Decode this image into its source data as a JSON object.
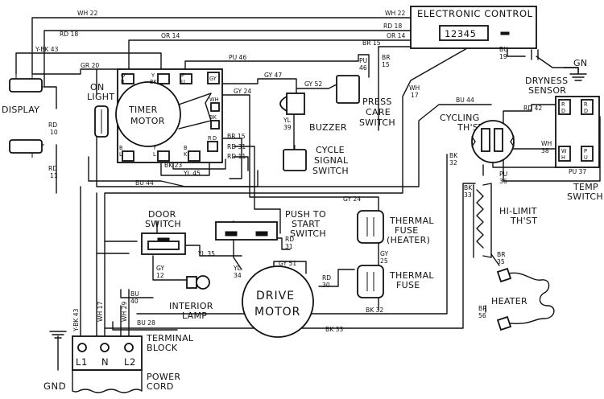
{
  "components": {
    "electronic_control": "ELECTRONIC CONTROL",
    "control_pins": "12345",
    "display": "DISPLAY",
    "on_light": [
      "ON",
      "LIGHT"
    ],
    "timer_motor": [
      "TIMER",
      "MOTOR"
    ],
    "buzzer": "BUZZER",
    "press_care_switch": [
      "PRESS",
      "CARE",
      "SWITCH"
    ],
    "cycle_signal_switch": [
      "CYCLE",
      "SIGNAL",
      "SWITCH"
    ],
    "dryness_sensor": [
      "DRYNESS",
      "SENSOR"
    ],
    "gn": "GN",
    "cycling_thst": [
      "CYCLING",
      "TH'ST"
    ],
    "temp_switch": [
      "TEMP",
      "SWITCH"
    ],
    "hi_limit_thst": [
      "HI-LIMIT",
      "TH'ST"
    ],
    "heater": "HEATER",
    "door_switch": [
      "DOOR",
      "SWITCH"
    ],
    "push_to_start_switch": [
      "PUSH TO",
      "START",
      "SWITCH"
    ],
    "thermal_fuse_heater": [
      "THERMAL",
      "FUSE",
      "(HEATER)"
    ],
    "thermal_fuse": [
      "THERMAL",
      "FUSE"
    ],
    "drive_motor": [
      "DRIVE",
      "MOTOR"
    ],
    "interior_lamp": [
      "INTERIOR",
      "LAMP"
    ],
    "terminal_block": [
      "TERMINAL",
      "BLOCK"
    ],
    "power_cord": [
      "POWER",
      "CORD"
    ],
    "gnd": "GND",
    "supply_terminals": [
      "L1",
      "N",
      "L2"
    ]
  },
  "wire_labels": {
    "wh22_left": "WH 22",
    "wh22_right": "WH 22",
    "rd18_left": "RD 18",
    "rd18_right": "RD 18",
    "or14_left": "OR 14",
    "or14_right": "OR 14",
    "br15_top": "BR 15",
    "ybk43_top": "Y-BK 43",
    "gr20": "GR 20",
    "pu46": "PU 46",
    "gy47": "GY 47",
    "gy52": "GY 52",
    "gy24_top": "GY 24",
    "yl39": [
      "YL",
      "39"
    ],
    "pu46_right": [
      "PU",
      "46"
    ],
    "br15_right": [
      "BR",
      "15"
    ],
    "wh17_top": [
      "WH",
      "17"
    ],
    "bu19": [
      "BU",
      "19"
    ],
    "rd10": [
      "RD",
      "10"
    ],
    "rd11": [
      "RD",
      "11"
    ],
    "bk23": "BK 23",
    "yl45": "YL 45",
    "bu44_left": "BU 44",
    "br15_mid": "BR 15",
    "rd31_top": "RD 31",
    "rd11_mid": "RD 11",
    "bu44_right": "BU 44",
    "rd42": "RD 42",
    "wh38": [
      "WH",
      "38"
    ],
    "bk32_right": [
      "BK",
      "32"
    ],
    "pu36": [
      "PU",
      "36"
    ],
    "pu37": "PU 37",
    "bk33_right": [
      "BK",
      "33"
    ],
    "br35": [
      "BR",
      "35"
    ],
    "br56": [
      "BR",
      "56"
    ],
    "gy24_mid": "GY 24",
    "rd31_right": [
      "RD",
      "31"
    ],
    "gy25": [
      "GY",
      "25"
    ],
    "yl35": "YL 35",
    "gy12": [
      "GY",
      "12"
    ],
    "yl34": [
      "YL",
      "34"
    ],
    "gy51": "GY 51",
    "rd30": [
      "RD",
      "30"
    ],
    "bk32_bottom": "BK 32",
    "bk33_bottom": "BK 33",
    "ybk43_side": "Y-BK 43",
    "wh17_side": "WH 17",
    "wh29_side": "WH 29",
    "bu40": [
      "BU",
      "40"
    ],
    "bu28": "BU 28"
  },
  "terminals": {
    "timer_top": [
      [
        "O",
        "R"
      ],
      [
        "Y",
        "BK"
      ],
      [
        "P",
        "U"
      ],
      [
        "GY"
      ]
    ],
    "timer_side": [
      "WH",
      "BK"
    ],
    "timer_bottom": [
      [
        "B",
        "L"
      ],
      [
        "Y",
        "L"
      ],
      [
        "B",
        "K"
      ],
      [
        "R",
        "D"
      ]
    ],
    "temp_top": [
      "R",
      "D"
    ],
    "temp_bottom": [
      "W",
      "H"
    ],
    "temp_right_top": [
      "R",
      "D"
    ],
    "temp_right_bottom": [
      "P",
      "U"
    ]
  }
}
